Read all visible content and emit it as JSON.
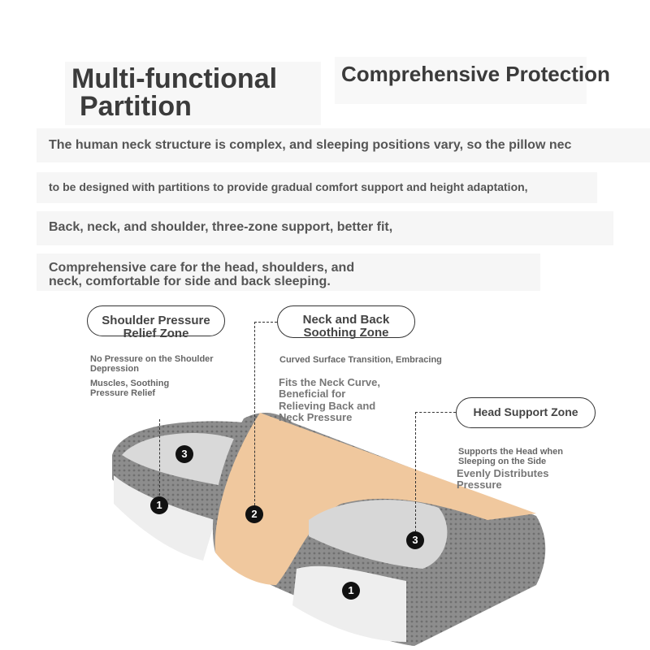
{
  "titles": {
    "left_line1": "Multi-functional",
    "left_line2": "Partition",
    "right": "Comprehensive Protection"
  },
  "intro": {
    "line1": "The human neck structure is complex, and sleeping positions vary, so the pillow nec",
    "line2": "to be designed with partitions to provide gradual comfort support and height adaptation,",
    "line3": "Back, neck, and shoulder, three-zone support, better fit,",
    "line4a": "Comprehensive care for the head, shoulders, and",
    "line4b": " neck, comfortable for side and back sleeping."
  },
  "zones": {
    "shoulder": {
      "title1": "Shoulder Pressure",
      "title2": "Relief Zone",
      "desc1": "No Pressure on the Shoulder",
      "desc2": " Depression",
      "desc3": "Muscles, Soothing",
      "desc4": " Pressure Relief"
    },
    "neck": {
      "title1": "Neck and Back",
      "title2": "Soothing Zone",
      "desc1": "Curved Surface Transition, Embracing",
      "desc2": "Fits the Neck Curve,",
      "desc3": " Beneficial for",
      "desc4": "Relieving Back and",
      "desc5": " Neck Pressure"
    },
    "head": {
      "title": "Head Support Zone",
      "desc1": "Supports the Head when",
      "desc2": " Sleeping on the Side",
      "desc3": "Evenly Distributes",
      "desc4": " Pressure"
    }
  },
  "markers": {
    "m1a": "1",
    "m3a": "3",
    "m2": "2",
    "m3b": "3",
    "m1b": "1"
  },
  "colors": {
    "foam": "#f0c89e",
    "cover": "#8a8a8a",
    "light": "#eeeeee"
  }
}
